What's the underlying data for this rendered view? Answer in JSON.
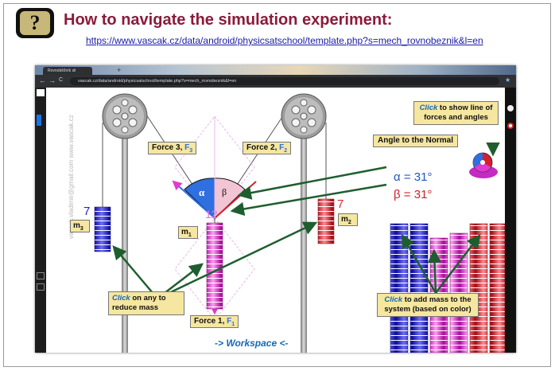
{
  "header": {
    "title": "How to navigate the simulation experiment:",
    "url": "https://www.vascak.cz/data/android/physicsatschool/template.php?s=mech_rovnobeznik&l=en",
    "help_glyph": "?"
  },
  "browser": {
    "tab_title": "Rovnoběžník sil",
    "tab_new": "+",
    "nav_back": "←",
    "nav_forward": "→",
    "nav_reload": "C",
    "address": "vascak.cz/data/android/physicsatschool/template.php?s=mech_rovnobeznik&l=en",
    "star": "★"
  },
  "watermark": "vascak.vladimir@gmail.com   www.vascak.cz",
  "sim": {
    "force3_label": "Force 3,",
    "force3_sym": "F",
    "force3_sub": "3",
    "force2_label": "Force 2,",
    "force2_sym": "F",
    "force2_sub": "2",
    "force1_label": "Force 1,",
    "force1_sym": "F",
    "force1_sub": "1",
    "alpha_symbol": "α",
    "beta_symbol": "β",
    "center_value": "12",
    "m3_count": "7",
    "m2_count": "7",
    "m3_label": "m",
    "m3_sub": "3",
    "m2_label": "m",
    "m2_sub": "2",
    "m1_label": "m",
    "m1_sub": "1",
    "angle_title": "Angle to the Normal",
    "alpha_text": "α = 31°",
    "beta_text": "β = 31°",
    "workspace": "-> Workspace <-"
  },
  "notes": {
    "lines_click": "Click",
    "lines_rest": " to show line of forces and angles",
    "reduce_click": "Click",
    "reduce_rest": " on any to reduce mass",
    "add_click": "Click",
    "add_rest": " to add mass to the system (based on color)"
  },
  "colors": {
    "title": "#8b1b3b",
    "link": "#1a1aa8",
    "note_bg": "#f5e6a0",
    "arrow_green": "#1e5e2e",
    "blue_mass": "#2323d8",
    "red_mass": "#e0262e",
    "magenta_mass": "#e03ad0",
    "alpha_color": "#1f58c8",
    "beta_color": "#d32030"
  }
}
